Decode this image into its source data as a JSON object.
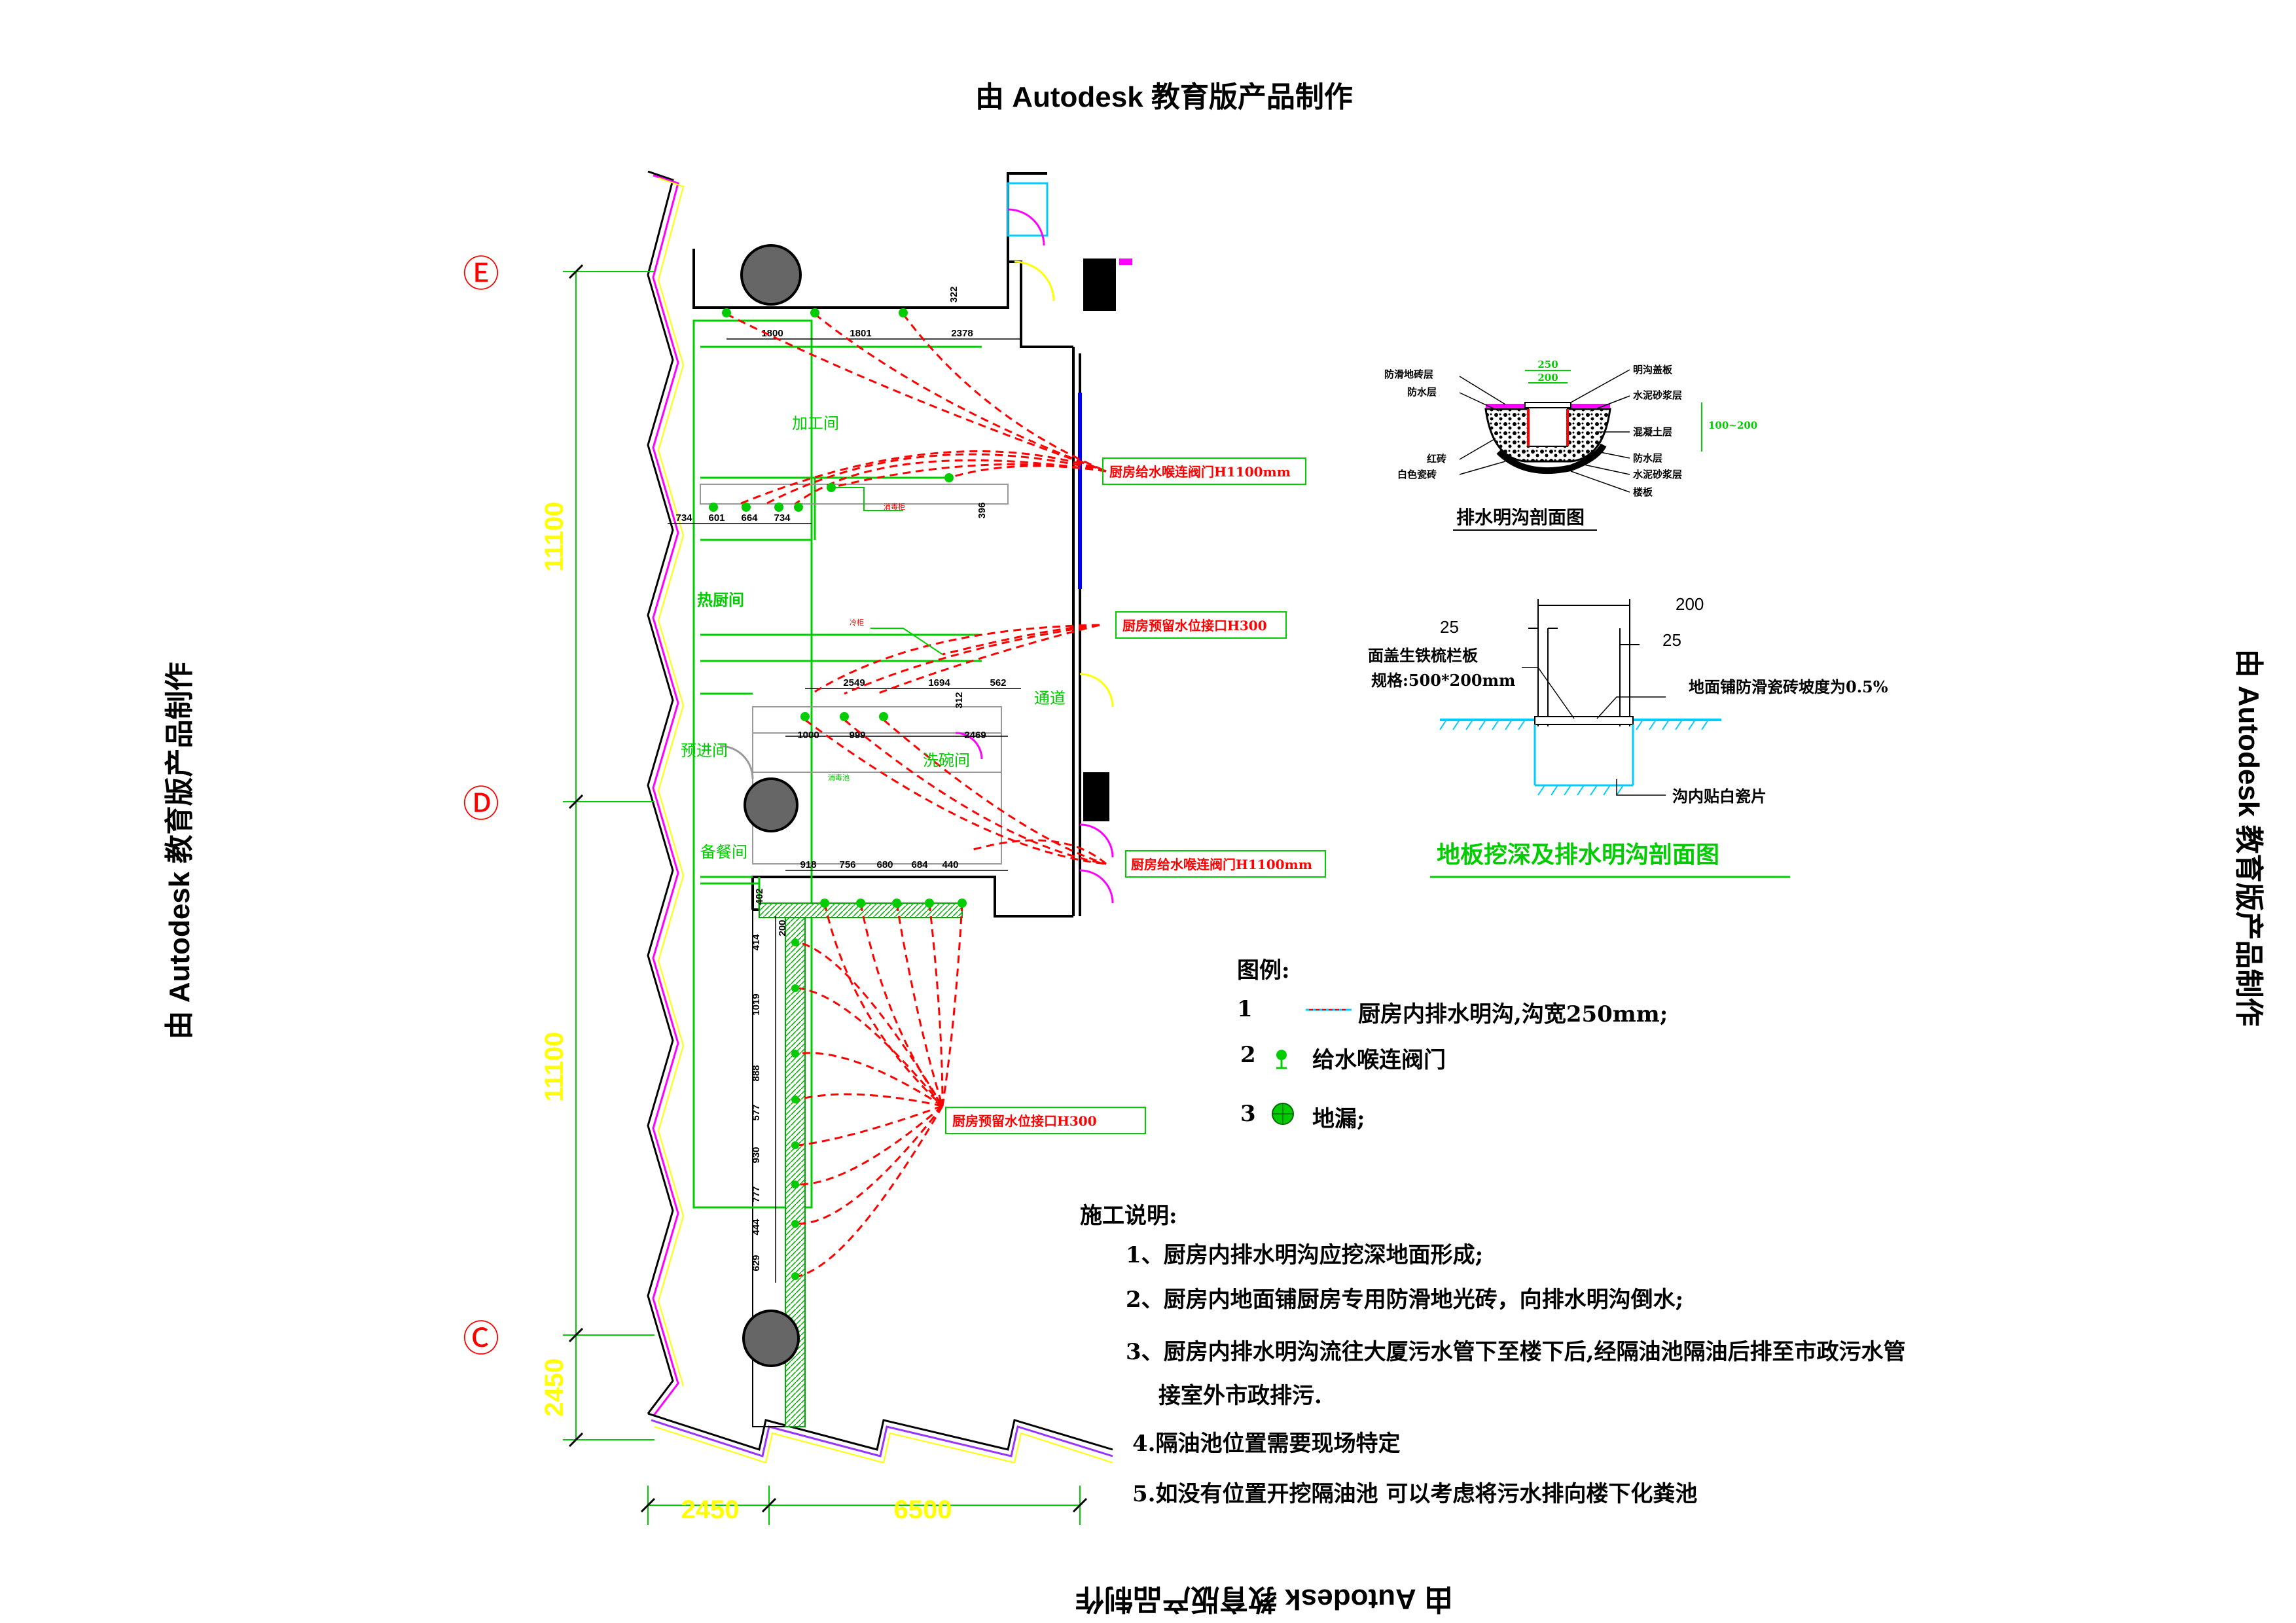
{
  "watermark": "由 Autodesk 教育版产品制作",
  "axes": {
    "e": "Ⓔ",
    "d": "Ⓓ",
    "c": "Ⓒ"
  },
  "dims": {
    "v1": "11100",
    "v2": "11100",
    "v3": "2450",
    "h1": "2450",
    "h2": "6500",
    "top": [
      "1800",
      "1801",
      "2378"
    ],
    "mid": [
      "734",
      "601",
      "664",
      "734"
    ],
    "row2": [
      "2549",
      "1694",
      "562"
    ],
    "row3": [
      "1000",
      "999",
      "2469"
    ],
    "row4": [
      "918",
      "756",
      "680",
      "684",
      "440"
    ],
    "vert": [
      "414",
      "1019",
      "888",
      "577",
      "930",
      "777",
      "444",
      "629"
    ],
    "d322": "322",
    "d396": "396",
    "d312": "312",
    "d200": "200",
    "d402": "402"
  },
  "rooms": {
    "processing": "加工间",
    "hot_kitchen": "热厨间",
    "prep": "预进间",
    "washing": "洗碗间",
    "serving": "备餐间",
    "passage": "通道",
    "small1": "消毒柜",
    "small2": "冷柜",
    "small3": "消毒池"
  },
  "callouts": {
    "valve1": "厨房给水喉连阀门H1100mm",
    "reserve1": "厨房预留水位接口H300",
    "valve2": "厨房给水喉连阀门H1100mm",
    "reserve2": "厨房预留水位接口H300"
  },
  "section1": {
    "title": "排水明沟剖面图",
    "dim_top": "250",
    "dim_inner": "200",
    "dim_side": "100~200",
    "left_labels": [
      "防滑地砖层",
      "防水层",
      "红砖",
      "白色瓷砖"
    ],
    "right_labels": [
      "明沟盖板",
      "水泥砂浆层",
      "混凝土层",
      "防水层",
      "水泥砂浆层",
      "楼板"
    ]
  },
  "section2": {
    "title": "地板挖深及排水明沟剖面图",
    "dim_200": "200",
    "dim_25a": "25",
    "dim_25b": "25",
    "grate_line1": "面盖生铁梳栏板",
    "grate_line2": "规格:500*200mm",
    "floor_note": "地面铺防滑瓷砖坡度为0.5%",
    "trench_note": "沟内贴白瓷片"
  },
  "legend": {
    "title": "图例:",
    "items": [
      {
        "num": "1",
        "text": "厨房内排水明沟,沟宽250mm;"
      },
      {
        "num": "2",
        "text": "给水喉连阀门"
      },
      {
        "num": "3",
        "text": "地漏;"
      }
    ]
  },
  "notes": {
    "title": "施工说明:",
    "items": [
      "1、厨房内排水明沟应挖深地面形成;",
      "2、厨房内地面铺厨房专用防滑地光砖，向排水明沟倒水;",
      "3、厨房内排水明沟流往大厦污水管下至楼下后,经隔油池隔油后排至市政污水管",
      "接室外市政排污.",
      "4.隔油池位置需要现场特定",
      "5.如没有位置开挖隔油池  可以考虑将污水排向楼下化粪池"
    ]
  },
  "colors": {
    "wall": "#000000",
    "partition": "#00cc00",
    "pipe": "#ff0000",
    "dim": "#ffff00",
    "blue": "#0000ff",
    "cyan": "#00ccff",
    "purple": "#9933ff"
  }
}
